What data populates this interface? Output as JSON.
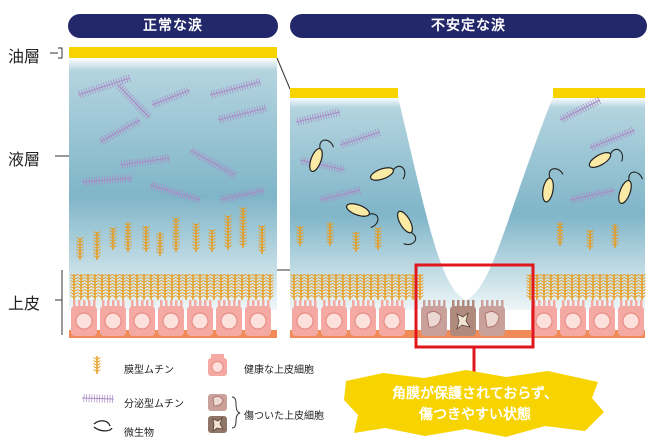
{
  "panels": {
    "normal_title": "正常な涙",
    "unstable_title": "不安定な涙"
  },
  "layers": {
    "oil": "油層",
    "liquid": "液層",
    "epithelium": "上皮"
  },
  "legend": {
    "membrane_mucin": "膜型ムチン",
    "secreted_mucin": "分泌型ムチン",
    "microbe": "微生物",
    "healthy_cell": "健康な上皮細胞",
    "damaged_cell": "傷ついた上皮細胞"
  },
  "callout": {
    "line1": "角膜が保護されておらず、",
    "line2": "傷つきやすい状態"
  },
  "colors": {
    "title_bg": "#23286a",
    "oil": "#f7d400",
    "mucin_membrane": "#e89a1a",
    "mucin_secreted": "#a98ac6",
    "cell": "#f4a9a3",
    "damaged_cell": "#b08a7c",
    "highlight_box": "#e0181e",
    "callout_bg": "#f7d400"
  }
}
